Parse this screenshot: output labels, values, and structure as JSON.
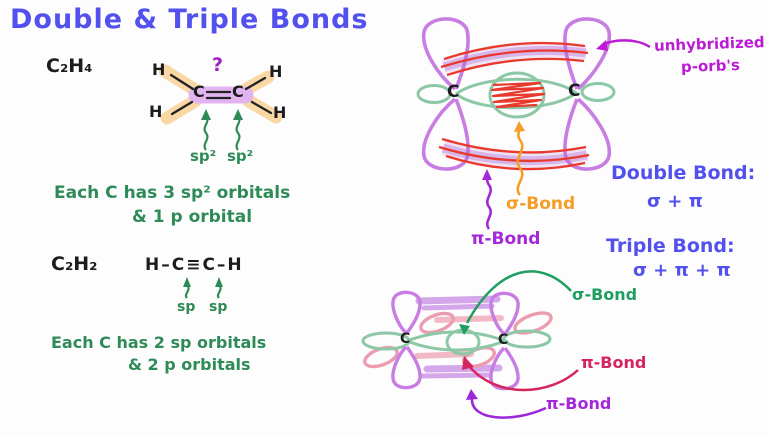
{
  "title": "Double & Triple Bonds",
  "palette": {
    "title_blue": "#5351ee",
    "note_green": "#2e8b57",
    "sigma_orange": "#f59d25",
    "pi_purple": "#a428d8",
    "pi_crimson": "#d6255e",
    "sigma_green": "#1f9e60",
    "magenta": "#bb1bd4",
    "p_lobe_purple": "#c77de2",
    "orbital_green": "#8dc8a6",
    "p_lobe_pink": "#eb9cae",
    "overlap_red": "#e8392c",
    "highlight_orange": "#f9d8a6",
    "highlight_purple": "#e2b4ef"
  },
  "ethylene": {
    "formula": "C₂H₄",
    "h": "H",
    "c": "C",
    "question": "?",
    "sp2_a": "sp²",
    "sp2_b": "sp²",
    "note1": "Each C has 3 sp² orbitals",
    "note2": "& 1 p orbital"
  },
  "acetylene": {
    "formula": "C₂H₂",
    "structure": "H–C≡C–H",
    "sp_a": "sp",
    "sp_b": "sp",
    "note1": "Each C has 2 sp orbitals",
    "note2": "& 2 p orbitals"
  },
  "double_diagram": {
    "c": "C",
    "unhybridized_line1": "unhybridized",
    "unhybridized_line2": "p-orb's",
    "sigma_label": "σ-Bond",
    "pi_label": "π-Bond",
    "title": "Double Bond:",
    "equation": "σ + π"
  },
  "triple_diagram": {
    "c": "C",
    "sigma_label": "σ-Bond",
    "pi_label_top": "π-Bond",
    "pi_label_bottom": "π-Bond",
    "title": "Triple Bond:",
    "equation": "σ + π + π"
  }
}
